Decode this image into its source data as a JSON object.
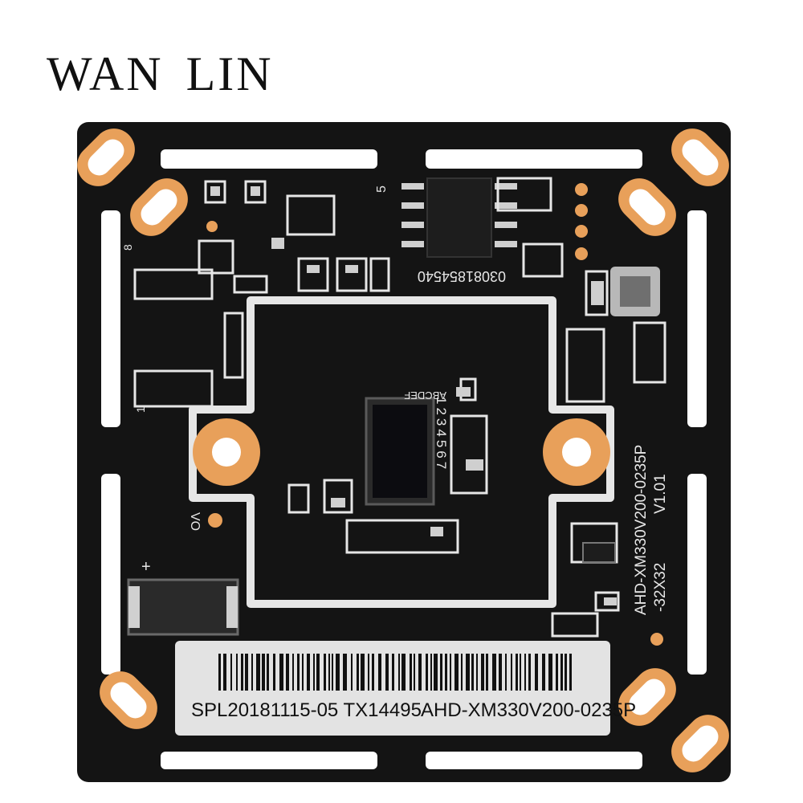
{
  "brand": {
    "name": "WAN LIN"
  },
  "board": {
    "model_vertical": "AHD-XM330V200-0235P",
    "size_mark": "-32X32",
    "version": "V1.01",
    "serial_top": "03081854540",
    "pin_numbers": "1234567",
    "pin_letters": "ABCDEF",
    "pin_five": "5",
    "pin_eight": "8",
    "pin_one": "1",
    "vo_label": "VO",
    "plus_mark": "+"
  },
  "sticker": {
    "line_left": "SPL20181115-05 TX14495",
    "line_right": "AHD-XM330V200-0235P"
  },
  "colors": {
    "pcb": "#141414",
    "copper": "#e8a05a",
    "copper_dark": "#c8793a",
    "silkscreen": "#e6e6e6",
    "sticker": "#e3e3e3"
  }
}
